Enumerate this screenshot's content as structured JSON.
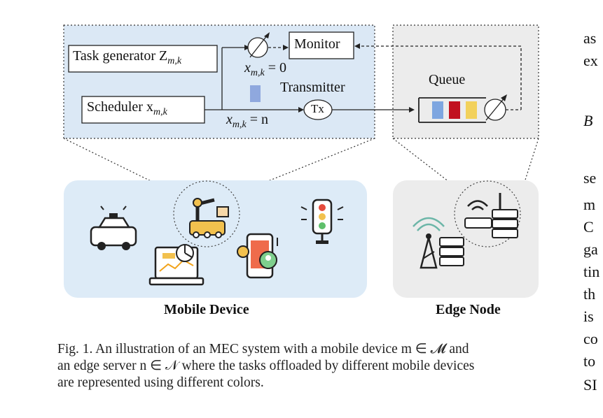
{
  "figure": {
    "boxes": {
      "task_generator": "Task generator Z",
      "task_generator_sub": "m,k",
      "scheduler": "Scheduler x",
      "scheduler_sub": "m,k",
      "monitor": "Monitor",
      "transmitter": "Transmitter",
      "tx": "Tx",
      "queue": "Queue"
    },
    "equations": {
      "eq_zero_var": "x",
      "eq_zero_sub": "m,k",
      "eq_zero_rhs": "= 0",
      "eq_n_var": "x",
      "eq_n_sub": "m,k",
      "eq_n_rhs": "= n"
    },
    "labels": {
      "mobile_device": "Mobile Device",
      "edge_node": "Edge Node"
    },
    "queue_colors": [
      "#7ea6e0",
      "#c1121f",
      "#f2d15c"
    ],
    "colors": {
      "panel_fill": "#dbe8f5",
      "edge_fill": "#ececec",
      "mobile_fill": "#ddebf7"
    }
  },
  "caption": {
    "line1": "Fig. 1.  An illustration of an MEC system with a mobile device m ∈ 𝓜 and",
    "line2": "an edge server n ∈ 𝒩 where the tasks offloaded by different mobile devices",
    "line3": "are represented using different colors."
  },
  "right_column": [
    "as",
    "ex",
    "B",
    "se",
    "m",
    "C",
    "ga",
    "tin",
    "th",
    "is",
    "co",
    "to",
    "SI"
  ]
}
